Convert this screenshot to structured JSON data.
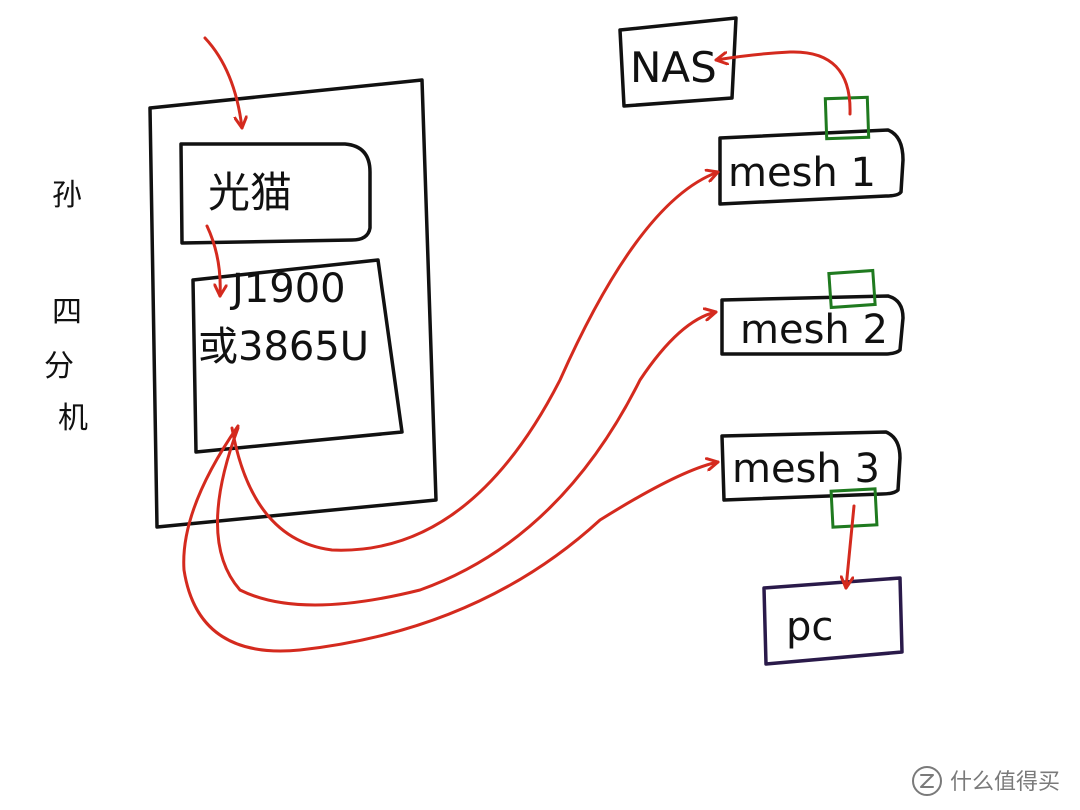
{
  "diagram": {
    "side_text": [
      "孙",
      "四",
      "分",
      "机"
    ],
    "nodes": {
      "modem": "光猫",
      "router_line1": "J1900",
      "router_line2": "或3865U",
      "mesh1": "mesh 1",
      "mesh2": "mesh 2",
      "mesh3": "mesh 3",
      "nas": "NAS",
      "pc": "pc"
    }
  },
  "watermark": {
    "icon": "zhi-logo-icon",
    "text": "什么值得买"
  },
  "colors": {
    "ink": "#111111",
    "arrow": "#d42a1e",
    "port": "#1f7a1f",
    "pc_box": "#2a1a4a",
    "watermark": "#7a7a7a"
  }
}
